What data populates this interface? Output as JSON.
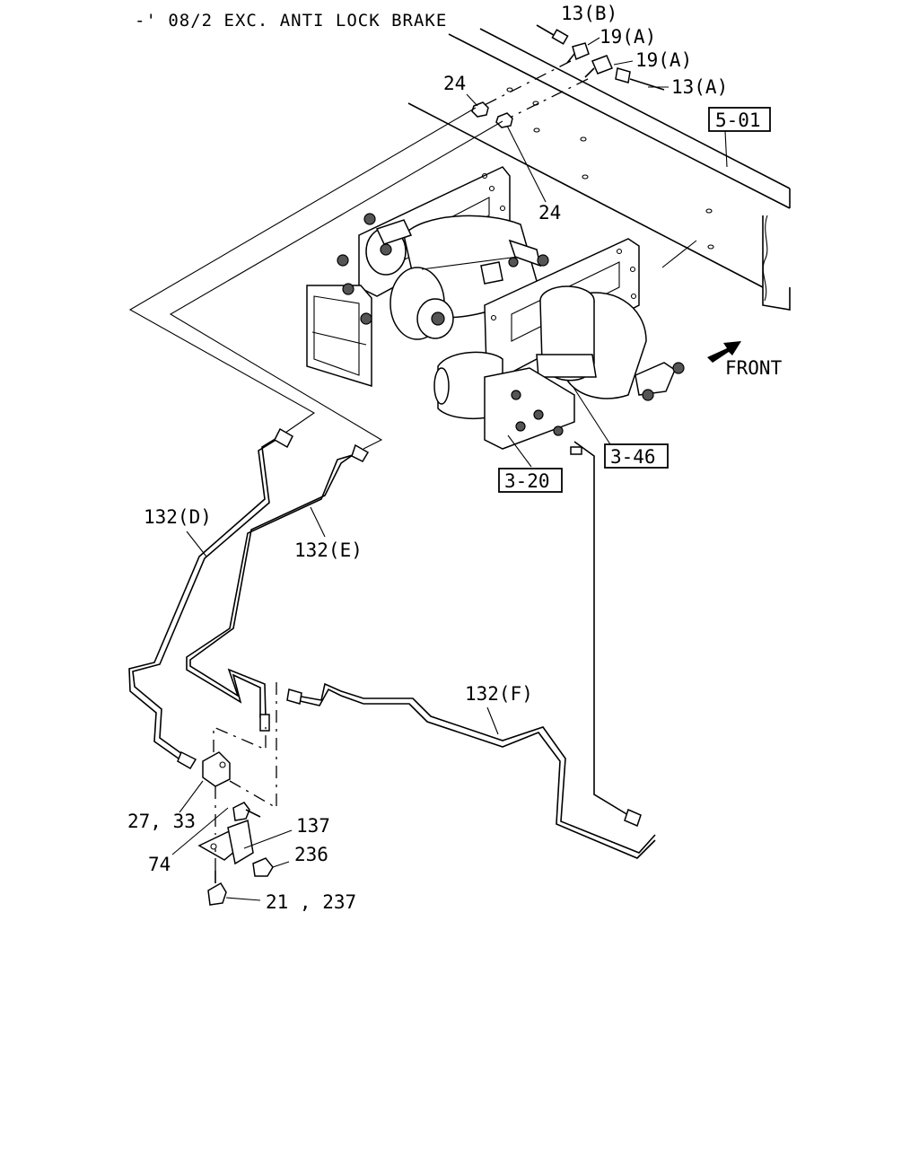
{
  "header": {
    "note": "-' 08/2 EXC. ANTI LOCK BRAKE"
  },
  "callouts": {
    "c13b": "13(B)",
    "c19a_top": "19(A)",
    "c19a_mid": "19(A)",
    "c13a": "13(A)",
    "c24_top": "24",
    "c24_mid": "24",
    "c132d": "132(D)",
    "c132e": "132(E)",
    "c132f": "132(F)",
    "c27_33": "27, 33",
    "c74": "74",
    "c137": "137",
    "c236": "236",
    "c21_237": "21 , 237"
  },
  "refs": {
    "r501": "5-01",
    "r346": "3-46",
    "r320": "3-20"
  },
  "direction": {
    "front": "FRONT"
  }
}
